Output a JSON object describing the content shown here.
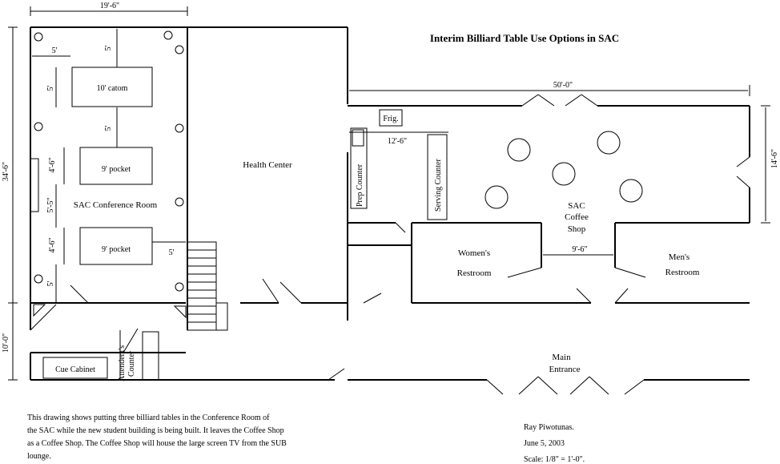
{
  "title": "Interim Billiard Table Use Options in SAC",
  "dimensions": {
    "top_width": "19'-6\"",
    "left_height_upper": "34'-6\"",
    "left_height_lower": "10'-0\"",
    "top_gap_left": "5'",
    "top_gap_down": "5'",
    "catom_side": "5'",
    "between_tables": "5'",
    "pocket1_side": "4'-6\"",
    "middle_side": "5'-5\"",
    "pocket2_side": "4'-6\"",
    "bottom_side": "5'",
    "pocket2_right": "5'",
    "shop_width": "50'-0\"",
    "shop_height": "14'-6\"",
    "counter_width": "12'-6\"",
    "restroom_gap": "9'-6\""
  },
  "tables": {
    "catom": "10' catom",
    "pocket1": "9' pocket",
    "pocket2": "9' pocket"
  },
  "rooms": {
    "conference": "SAC  Conference  Room",
    "health": "Health  Center",
    "frig": "Frig.",
    "prep_counter": "Prep Counter",
    "serving_counter": "Serving Counter",
    "coffee_line1": "SAC",
    "coffee_line2": "Coffee",
    "coffee_line3": "Shop",
    "womens_line1": "Women's",
    "womens_line2": "Restroom",
    "mens_line1": "Men's",
    "mens_line2": "Restroom",
    "main_line1": "Main",
    "main_line2": "Entrance",
    "cue_cabinet": "Cue Cabinet",
    "attendant_line1": "Attendent's",
    "attendant_line2": "Counter"
  },
  "notes": {
    "description_line1": "This drawing shows putting three billiard tables in the Conference Room of",
    "description_line2": "the SAC while the new student building is being built.  It leaves the Coffee Shop",
    "description_line3": "as a Coffee Shop.  The Coffee Shop will house the large screen TV from the SUB",
    "description_line4": "lounge.",
    "author": "Ray Piwotunas.",
    "date": "June 5, 2003",
    "scale": "Scale: 1/8\" = 1'-0\"."
  }
}
